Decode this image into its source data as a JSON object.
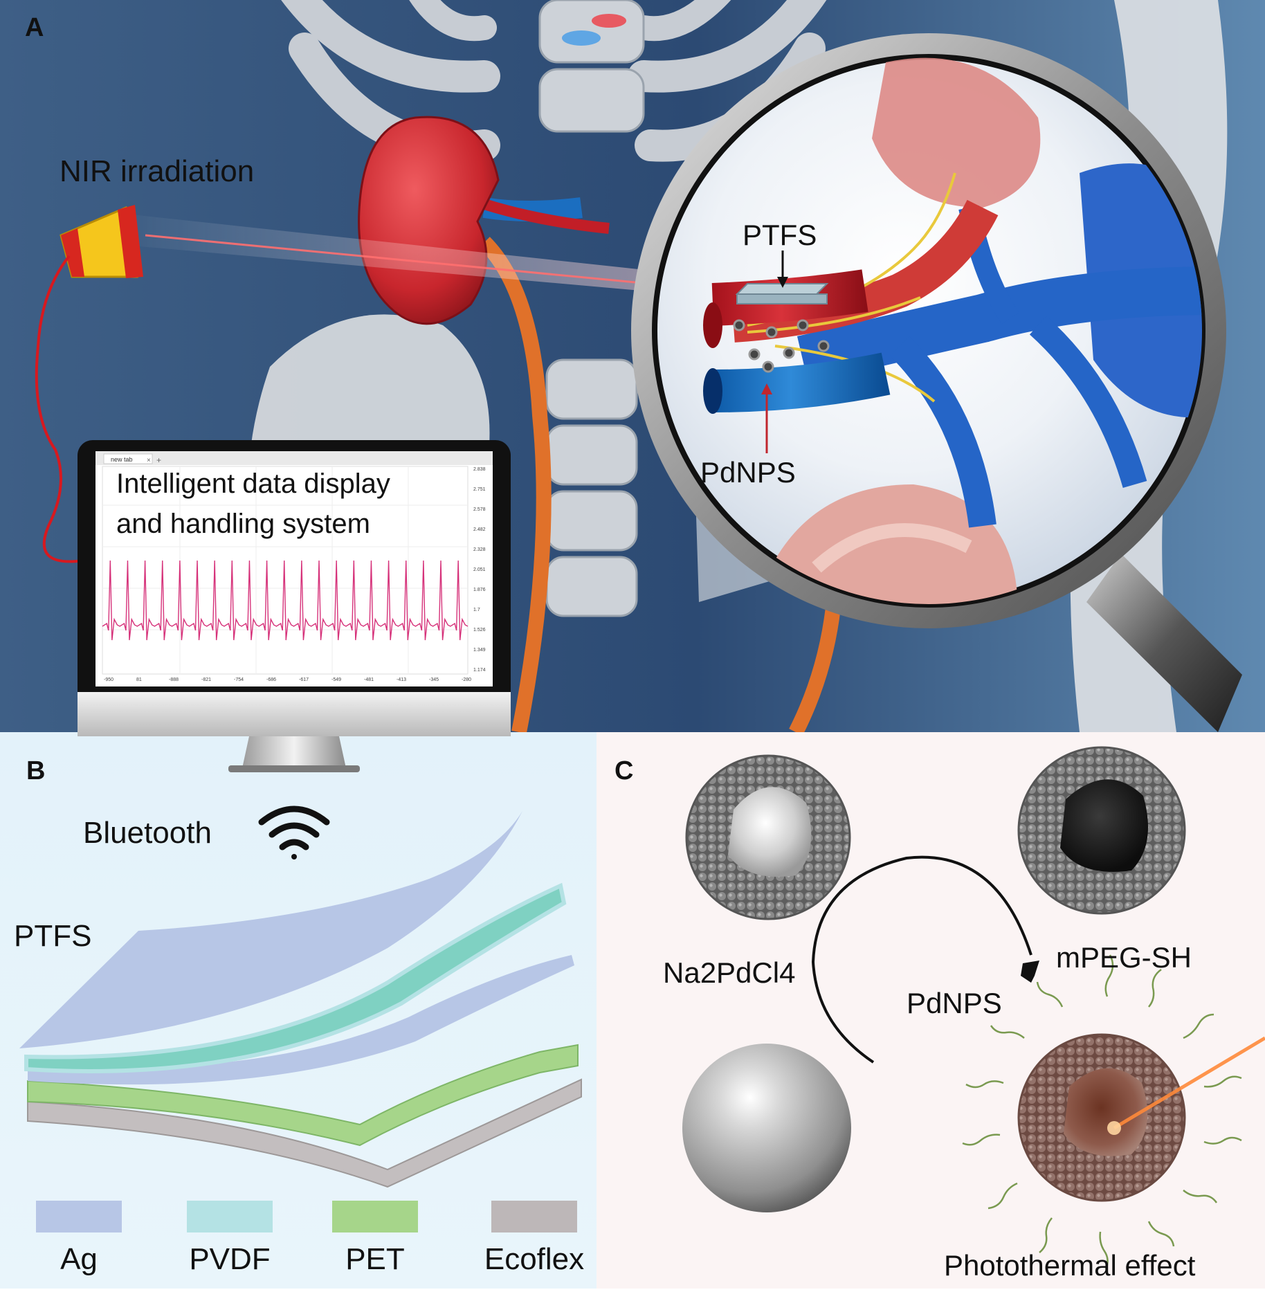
{
  "panels": {
    "a": {
      "letter": "A",
      "nir_label": "NIR irradiation",
      "monitor": {
        "tab_label": "new tab",
        "caption_line1": "Intelligent data display",
        "caption_line2": "and handling system",
        "trace_color": "#d6327a",
        "right_axis_ticks": [
          "2.838",
          "2.751",
          "2.578",
          "2.482",
          "2.328",
          "2.051",
          "1.876",
          "1.7",
          "1.526",
          "1.349",
          "1.174"
        ],
        "bottom_axis_ticks": [
          "-950",
          "81",
          "-888",
          "-821",
          "-754",
          "-686",
          "-617",
          "-549",
          "-481",
          "-413",
          "-345",
          "-280"
        ]
      },
      "zoom_labels": {
        "ptfs": "PTFS",
        "pdnps": "PdNPS"
      }
    },
    "b": {
      "letter": "B",
      "bluetooth_label": "Bluetooth",
      "ptfs_label": "PTFS",
      "legend": [
        {
          "label": "Ag",
          "color": "#b7c6e6"
        },
        {
          "label": "PVDF",
          "color": "#b4e2e4"
        },
        {
          "label": "PET",
          "color": "#a6d58a"
        },
        {
          "label": "Ecoflex",
          "color": "#bdb7b8"
        }
      ]
    },
    "c": {
      "letter": "C",
      "label_precursor": "Na2PdCl4",
      "label_pdnps": "PdNPS",
      "label_peg": "mPEG-SH",
      "label_effect": "Photothermal effect"
    }
  }
}
